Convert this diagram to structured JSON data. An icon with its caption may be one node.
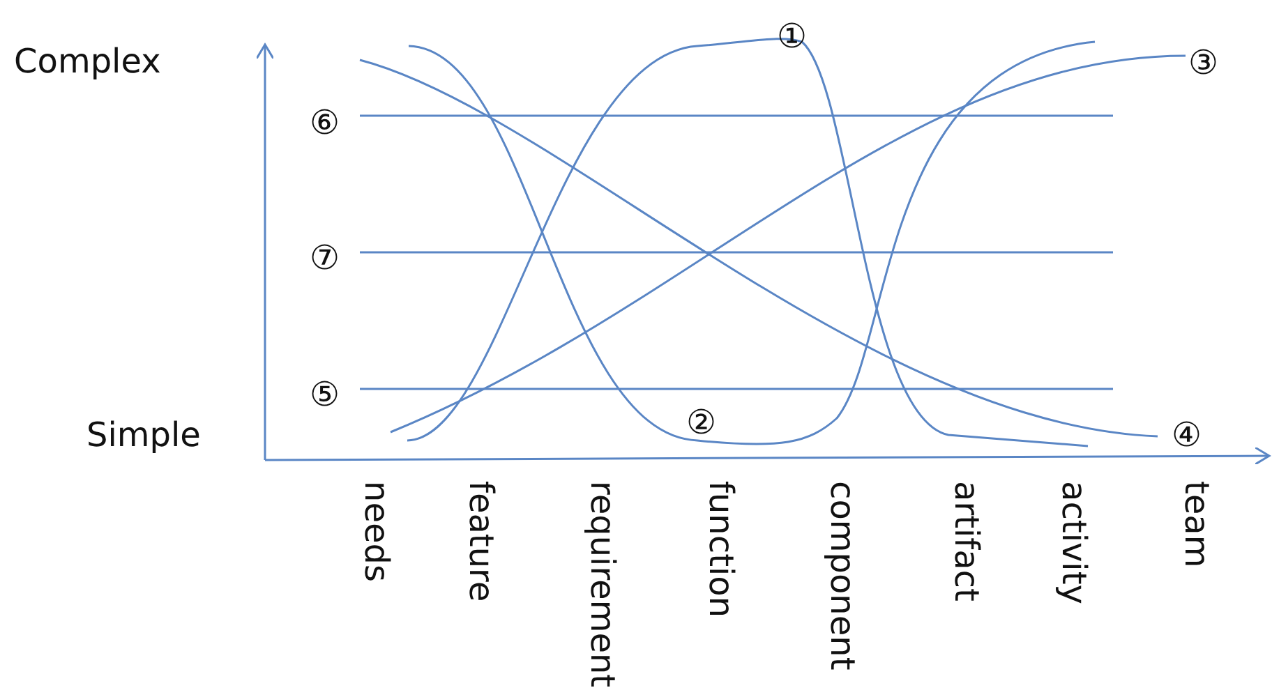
{
  "diagram": {
    "labels": [
      "Complex",
      "①",
      "③",
      "⑥",
      "⑦",
      "⑤",
      "②",
      "Simple",
      "④",
      "needs",
      "feature",
      "requirement",
      "function",
      "component",
      "artifact",
      "activity",
      "team"
    ]
  }
}
